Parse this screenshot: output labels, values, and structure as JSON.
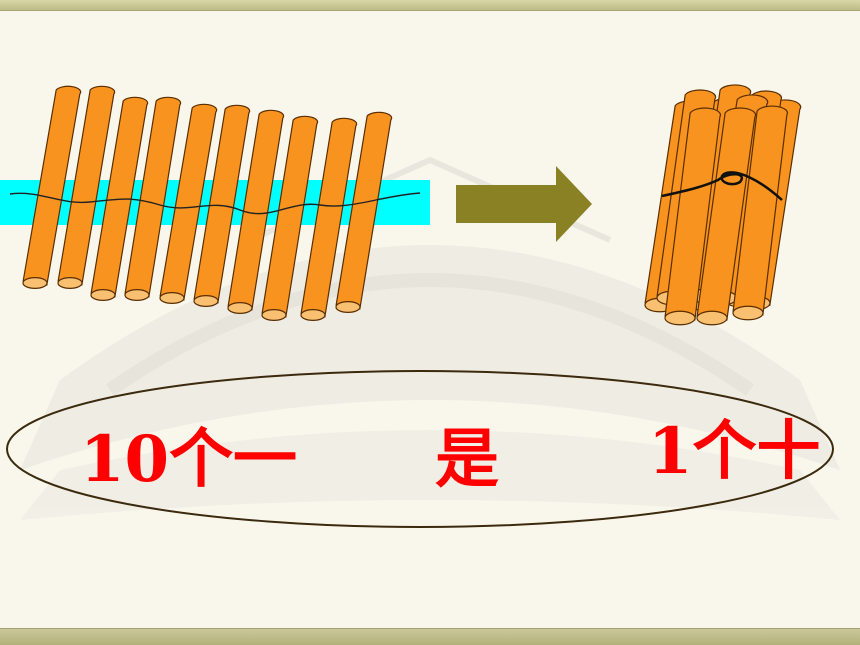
{
  "colors": {
    "stick": "#f7931e",
    "stick_outline": "#5a2e00",
    "stick_end": "#f9c071",
    "band": "#00ffff",
    "arrow": "#8a8125",
    "text": "#ff0000",
    "ellipse_outline": "#3b2a0e"
  },
  "sticks": {
    "loose_count": 10,
    "bundle_count": 10
  },
  "equation": {
    "left": "10个一",
    "middle": "是",
    "right": "1个十"
  },
  "icons": [
    "arrow-right-icon"
  ]
}
